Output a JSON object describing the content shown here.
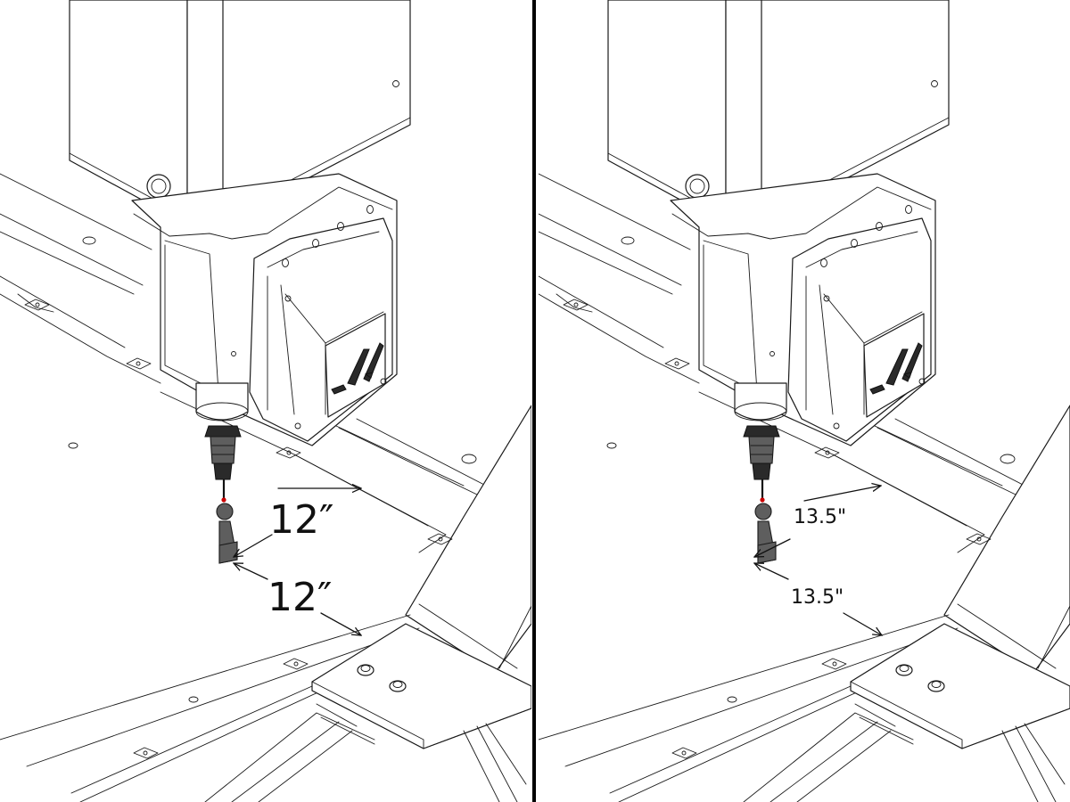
{
  "panels": [
    {
      "label_upper": "12″",
      "label_lower": "12″"
    },
    {
      "label_upper": "13.5\"",
      "label_lower": "13.5\""
    }
  ],
  "colors": {
    "stylus_tip": "#cc0000",
    "probe_body": "#5e5e5e",
    "divider": "#000000"
  },
  "icons": {
    "machine_logo": "haas-h-logo-icon",
    "probe": "touch-probe-icon"
  }
}
